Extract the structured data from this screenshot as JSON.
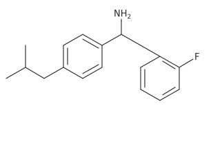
{
  "molecule": {
    "atom_labels": {
      "amine": "NH",
      "amine_subscript": "2",
      "fluorine": "F"
    },
    "bond_color": "#2a2a2a",
    "background": "#ffffff"
  }
}
